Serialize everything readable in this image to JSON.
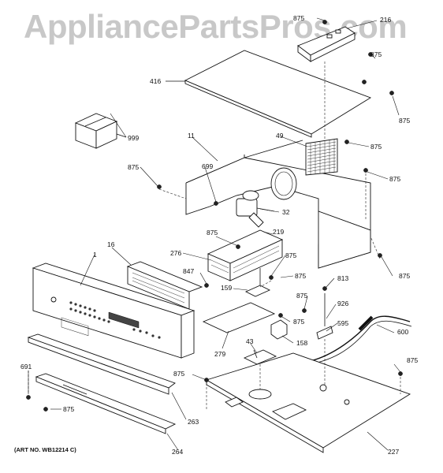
{
  "watermark": "AppliancePartsPros.com",
  "art_number": "(ART NO. WB12214 C)",
  "callouts": {
    "c875_top": "875",
    "c216": "216",
    "c875_b": "875",
    "c416": "416",
    "c875_c": "875",
    "c999": "999",
    "c11": "11",
    "c49": "49",
    "c875_d": "875",
    "c875_e": "875",
    "c699": "699",
    "c875_f": "875",
    "c32": "32",
    "c875_g": "875",
    "c219": "219",
    "c16": "16",
    "c1": "1",
    "c276": "276",
    "c875_h": "875",
    "c847": "847",
    "c875_i": "875",
    "c159": "159",
    "c875_j": "875",
    "c813": "813",
    "c875_k": "875",
    "c926": "926",
    "c875_l": "875",
    "c595": "595",
    "c600": "600",
    "c279": "279",
    "c158": "158",
    "c43": "43",
    "c691": "691",
    "c875_m": "875",
    "c875_n": "875",
    "c263": "263",
    "c875_o": "875",
    "c264": "264",
    "c227": "227"
  }
}
